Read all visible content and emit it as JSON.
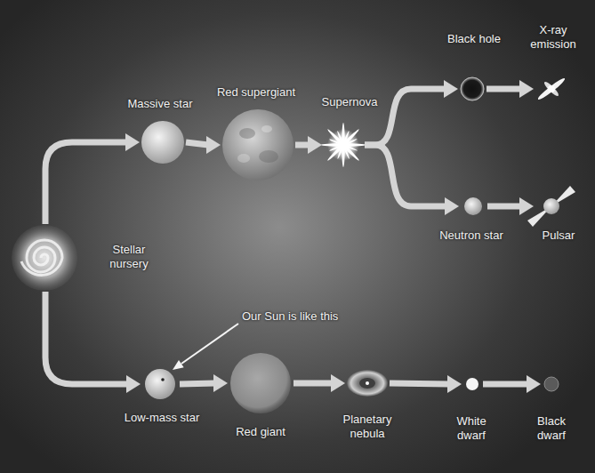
{
  "diagram": {
    "nodes": [
      {
        "text": [
          "Stellar nursery"
        ]
      },
      {
        "text": [
          "Massive star"
        ]
      },
      {
        "text": [
          "Red supergiant"
        ]
      },
      {
        "text": [
          "Supernova"
        ]
      },
      {
        "text": [
          "Black hole"
        ]
      },
      {
        "text": [
          "X-ray emission"
        ]
      },
      {
        "text": [
          "Neutron star"
        ]
      },
      {
        "text": [
          "Pulsar"
        ]
      },
      {
        "text": [
          "Low-mass star"
        ]
      },
      {
        "text": [
          "Red giant"
        ]
      },
      {
        "text": [
          "Planetary nebula"
        ]
      },
      {
        "text": [
          "White dwarf"
        ]
      },
      {
        "text": [
          "Black dwarf"
        ]
      }
    ],
    "edges": [
      {
        "from": 0,
        "to": 1,
        "arrow": "to"
      },
      {
        "from": 1,
        "to": 2,
        "arrow": "to"
      },
      {
        "from": 2,
        "to": 3,
        "arrow": "to"
      },
      {
        "from": 3,
        "to": 4,
        "arrow": "to"
      },
      {
        "from": 3,
        "to": 6,
        "arrow": "to"
      },
      {
        "from": 4,
        "to": 5,
        "arrow": "to"
      },
      {
        "from": 6,
        "to": 7,
        "arrow": "to"
      },
      {
        "from": 0,
        "to": 8,
        "arrow": "to"
      },
      {
        "from": 8,
        "to": 9,
        "arrow": "to"
      },
      {
        "from": 9,
        "to": 10,
        "arrow": "to"
      },
      {
        "from": 10,
        "to": 11,
        "arrow": "to"
      },
      {
        "from": 11,
        "to": 12,
        "arrow": "to"
      }
    ],
    "labels": [
      "Our Sun is like this"
    ]
  }
}
